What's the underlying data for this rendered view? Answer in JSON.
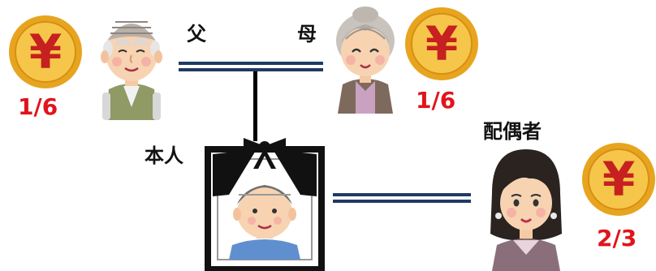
{
  "labels": {
    "father": "父",
    "mother": "母",
    "self": "本人",
    "spouse": "配偶者"
  },
  "shares": {
    "father": "1/6",
    "mother": "1/6",
    "spouse": "2/3"
  },
  "coin_symbol": "¥",
  "colors": {
    "share_text": "#e0141c",
    "coin_outer": "#e7a41e",
    "coin_inner": "#f6c64a",
    "coin_symbol": "#c62020",
    "line": "#1f3b63"
  }
}
